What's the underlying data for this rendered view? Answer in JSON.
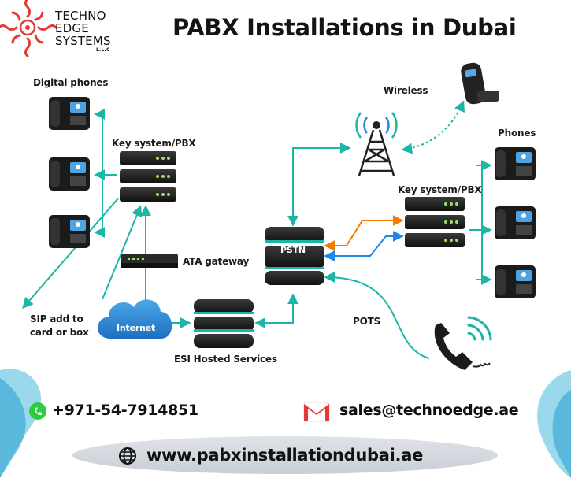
{
  "brand": {
    "line1": "TECHNO",
    "line2": "EDGE",
    "line3": "SYSTEMS",
    "suffix": "L.L.C",
    "colors": {
      "logo": "#e53935",
      "accent_teal": "#1bb6a8",
      "accent_blue": "#1e88e5",
      "accent_orange": "#f57c00"
    }
  },
  "title": "PABX Installations in Dubai",
  "diagram": {
    "digital_phones": "Digital phones",
    "key_system_left": "Key system/PBX",
    "ata_gateway": "ATA gateway",
    "sip_add_line1": "SIP add to",
    "sip_add_line2": "card or box",
    "internet": "Internet",
    "esi_hosted": "ESI Hosted Services",
    "pstn": "PSTN",
    "wireless": "Wireless",
    "phones": "Phones",
    "key_system_right": "Key system/PBX",
    "pots": "POTS"
  },
  "contact": {
    "phone": "+971-54-7914851",
    "email": "sales@technoedge.ae",
    "website": "www.pabxinstallationdubai.ae",
    "icons": [
      "whatsapp-icon",
      "gmail-icon",
      "globe-icon"
    ]
  }
}
